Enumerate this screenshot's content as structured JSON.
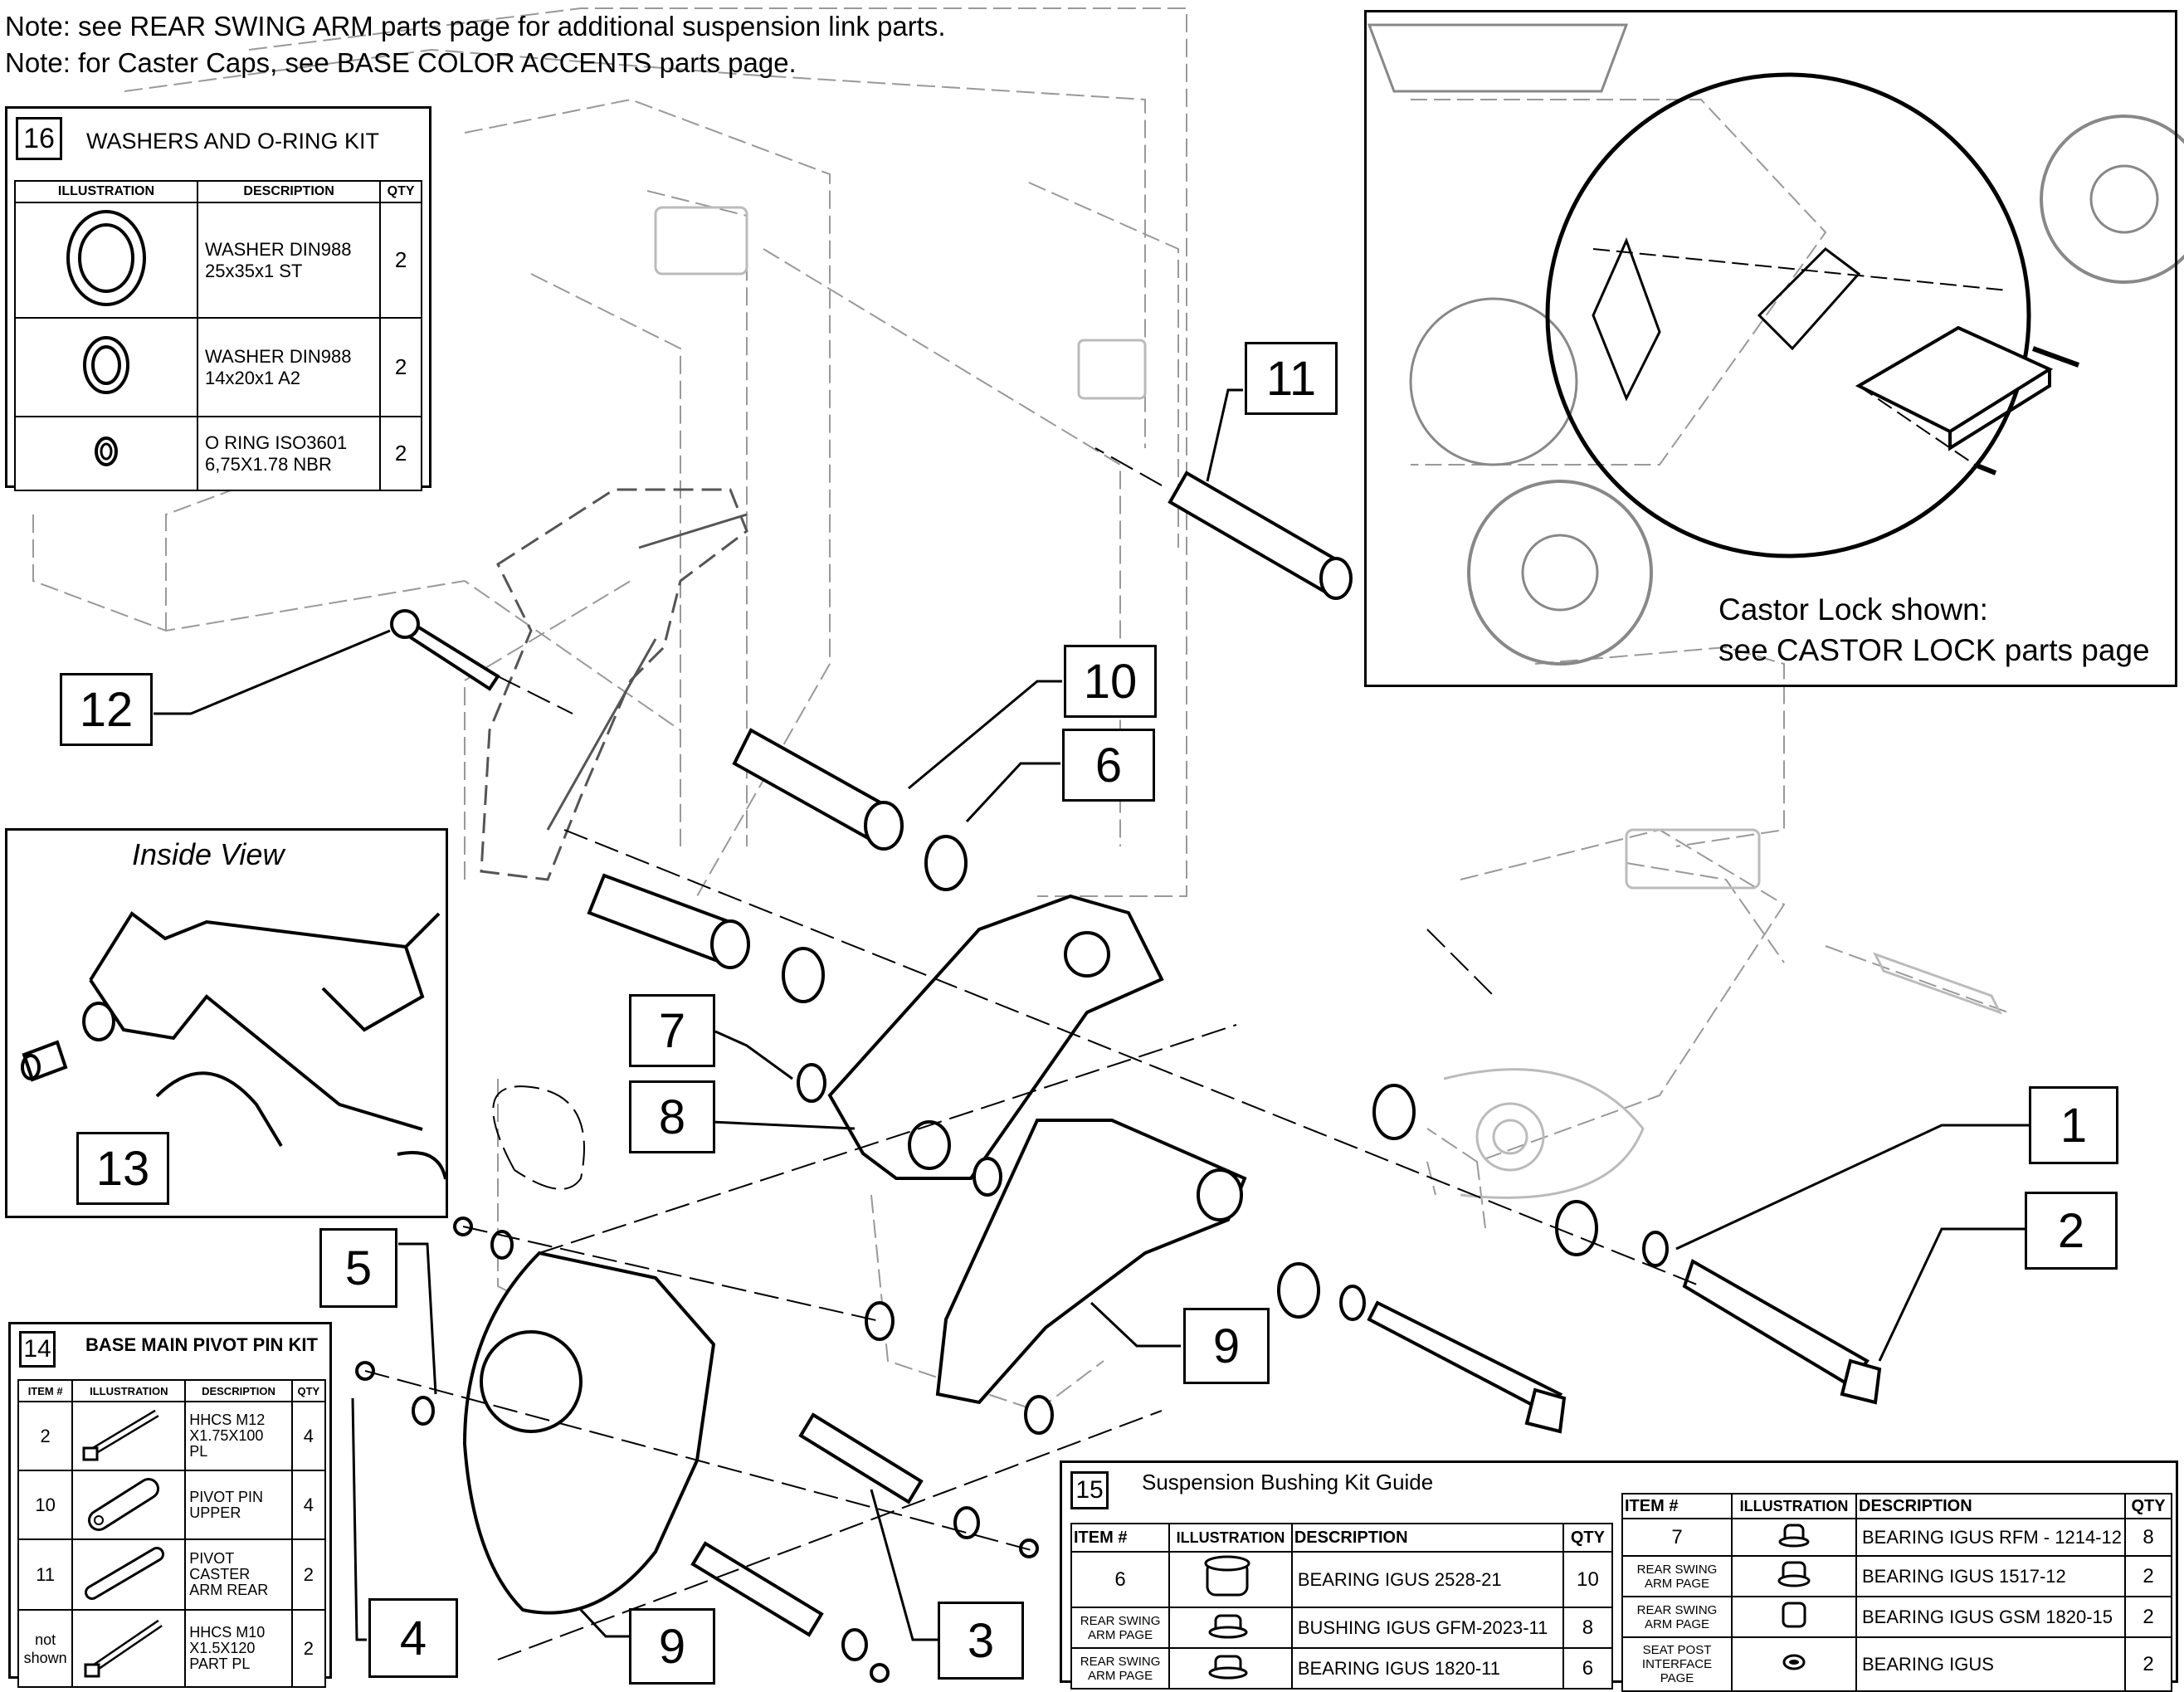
{
  "notes": [
    "Note: see REAR SWING ARM parts page for additional suspension link parts.",
    "Note: for Caster Caps, see BASE COLOR ACCENTS parts page."
  ],
  "callouts": {
    "c1": "1",
    "c2": "2",
    "c3": "3",
    "c4": "4",
    "c5": "5",
    "c6": "6",
    "c7": "7",
    "c8": "8",
    "c9a": "9",
    "c9b": "9",
    "c10": "10",
    "c11": "11",
    "c12": "12",
    "c13": "13"
  },
  "inset_inside": {
    "title": "Inside View"
  },
  "inset_castor": {
    "line1": "Castor Lock shown:",
    "line2": "see CASTOR LOCK parts page"
  },
  "kit16": {
    "num": "16",
    "title": "WASHERS AND O-RING KIT",
    "headers": [
      "ILLUSTRATION",
      "DESCRIPTION",
      "QTY"
    ],
    "rows": [
      {
        "desc": [
          "WASHER DIN988",
          " 25x35x1 ST"
        ],
        "qty": "2"
      },
      {
        "desc": [
          "WASHER DIN988",
          " 14x20x1 A2"
        ],
        "qty": "2"
      },
      {
        "desc": [
          "O RING ISO3601",
          " 6,75X1.78 NBR"
        ],
        "qty": "2"
      }
    ]
  },
  "kit14": {
    "num": "14",
    "title": "BASE MAIN PIVOT PIN KIT",
    "headers": [
      "ITEM #",
      "ILLUSTRATION",
      "DESCRIPTION",
      "QTY"
    ],
    "rows": [
      {
        "item": "2",
        "desc": [
          "HHCS M12",
          "X1.75X100",
          "PL"
        ],
        "qty": "4"
      },
      {
        "item": "10",
        "desc": [
          "PIVOT PIN",
          "UPPER"
        ],
        "qty": "4"
      },
      {
        "item": "11",
        "desc": [
          "PIVOT",
          "CASTER",
          "ARM REAR"
        ],
        "qty": "2"
      },
      {
        "item": [
          "not",
          "shown"
        ],
        "desc": [
          "HHCS M10",
          "X1.5X120",
          "PART PL"
        ],
        "qty": "2"
      }
    ]
  },
  "kit15": {
    "num": "15",
    "title": "Suspension Bushing Kit Guide",
    "headers": [
      "ITEM #",
      "ILLUSTRATION",
      "DESCRIPTION",
      "QTY"
    ],
    "left_rows": [
      {
        "item": [
          "6"
        ],
        "desc": "BEARING IGUS 2528-21",
        "qty": "10"
      },
      {
        "item": [
          "REAR SWING",
          "ARM PAGE"
        ],
        "desc": "BUSHING IGUS GFM-2023-11",
        "qty": "8"
      },
      {
        "item": [
          "REAR SWING",
          "ARM PAGE"
        ],
        "desc": "BEARING IGUS 1820-11",
        "qty": "6"
      }
    ],
    "right_rows": [
      {
        "item": [
          "7"
        ],
        "desc": "BEARING IGUS RFM - 1214-12",
        "qty": "8"
      },
      {
        "item": [
          "REAR SWING",
          "ARM PAGE"
        ],
        "desc": "BEARING IGUS 1517-12",
        "qty": "2"
      },
      {
        "item": [
          "REAR SWING",
          "ARM PAGE"
        ],
        "desc": "BEARING IGUS GSM 1820-15",
        "qty": "2"
      },
      {
        "item": [
          "SEAT POST",
          "INTERFACE",
          "PAGE"
        ],
        "desc": "BEARING IGUS",
        "qty": "2"
      }
    ]
  }
}
